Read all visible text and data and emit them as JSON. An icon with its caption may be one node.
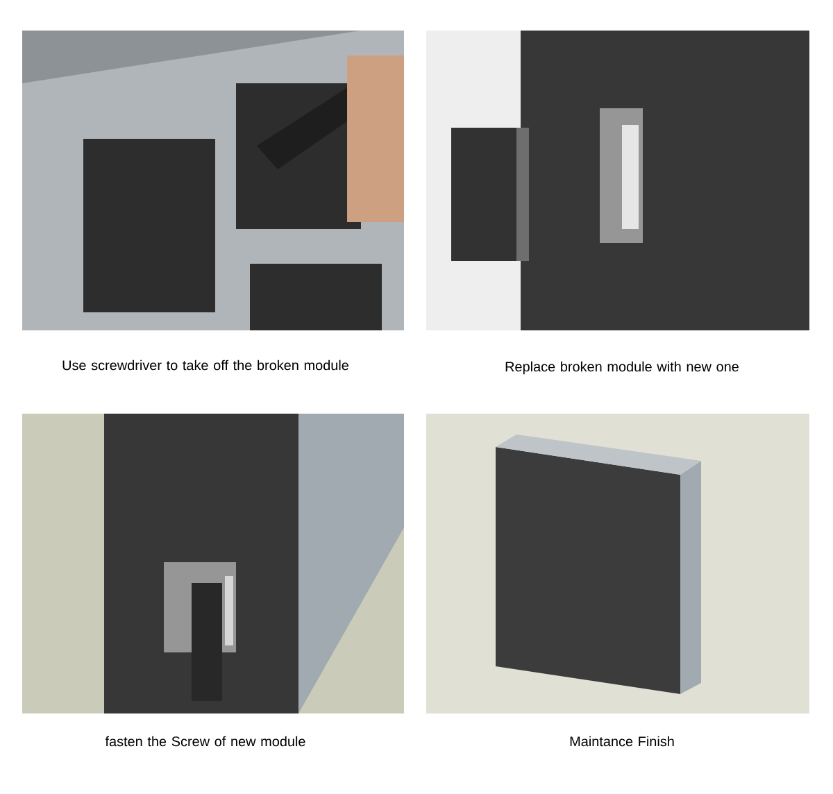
{
  "diagram": {
    "labels": [
      "Use screwdriver to take off the broken module",
      "Replace broken module with new one",
      "fasten the Screw of new module",
      "Maintance Finish"
    ]
  }
}
